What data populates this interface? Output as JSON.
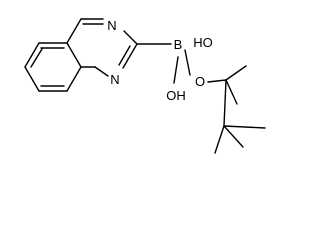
{
  "structure": {
    "atoms": {
      "n_top": "N",
      "n_bottom": "N",
      "boron": "B",
      "oxygen_ring": "O",
      "hydroxyl_top": "HO",
      "hydroxyl_bottom": "OH"
    }
  },
  "colors": {
    "bond": "#000000",
    "background": "#ffffff"
  }
}
